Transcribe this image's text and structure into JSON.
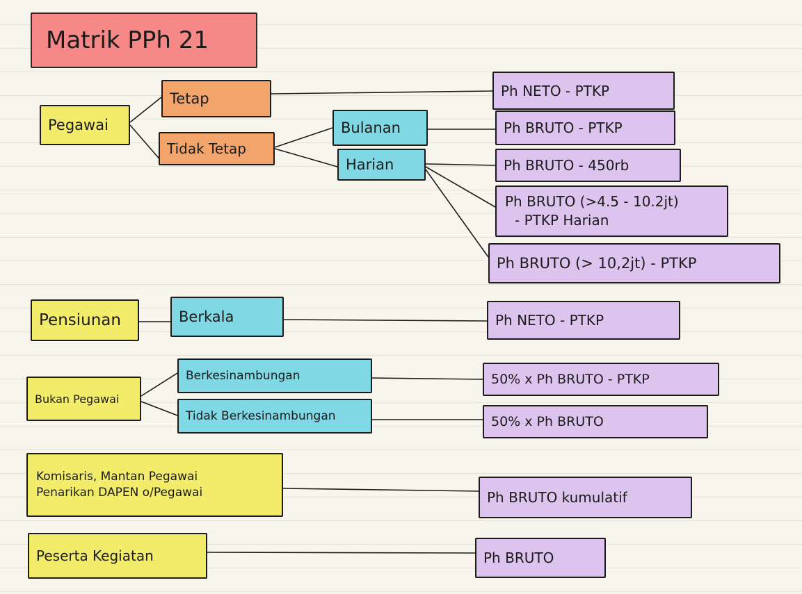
{
  "colors": {
    "title": "#f68987",
    "category": "#f3ec6a",
    "subtype": "#f2a46a",
    "period": "#7fd8e4",
    "formula": "#ddc4ee",
    "ink": "#1b1b1b"
  },
  "title": "Matrik PPh 21",
  "nodes": {
    "pegawai": "Pegawai",
    "tetap": "Tetap",
    "tidak_tetap": "Tidak Tetap",
    "bulanan": "Bulanan",
    "harian": "Harian",
    "pensiunan": "Pensiunan",
    "berkala": "Berkala",
    "bukan_pegawai": "Bukan Pegawai",
    "berkesinambungan": "Berkesinambungan",
    "tidak_berkesinambungan": "Tidak Berkesinambungan",
    "komisaris_line1": "Komisaris, Mantan Pegawai",
    "komisaris_line2": "Penarikan DAPEN o/Pegawai",
    "peserta_kegiatan": "Peserta Kegiatan"
  },
  "formulas": {
    "tetap": "Ph NETO - PTKP",
    "bulanan": "Ph BRUTO - PTKP",
    "harian_1": "Ph BRUTO - 450rb",
    "harian_2_line1": "Ph BRUTO (>4.5 - 10.2jt)",
    "harian_2_line2": "- PTKP Harian",
    "harian_3": "Ph BRUTO (> 10,2jt) - PTKP",
    "berkala": "Ph NETO - PTKP",
    "berkesinambungan": "50% x Ph BRUTO - PTKP",
    "tidak_berkesinambungan": "50% x Ph BRUTO",
    "komisaris": "Ph BRUTO kumulatif",
    "peserta": "Ph BRUTO"
  }
}
